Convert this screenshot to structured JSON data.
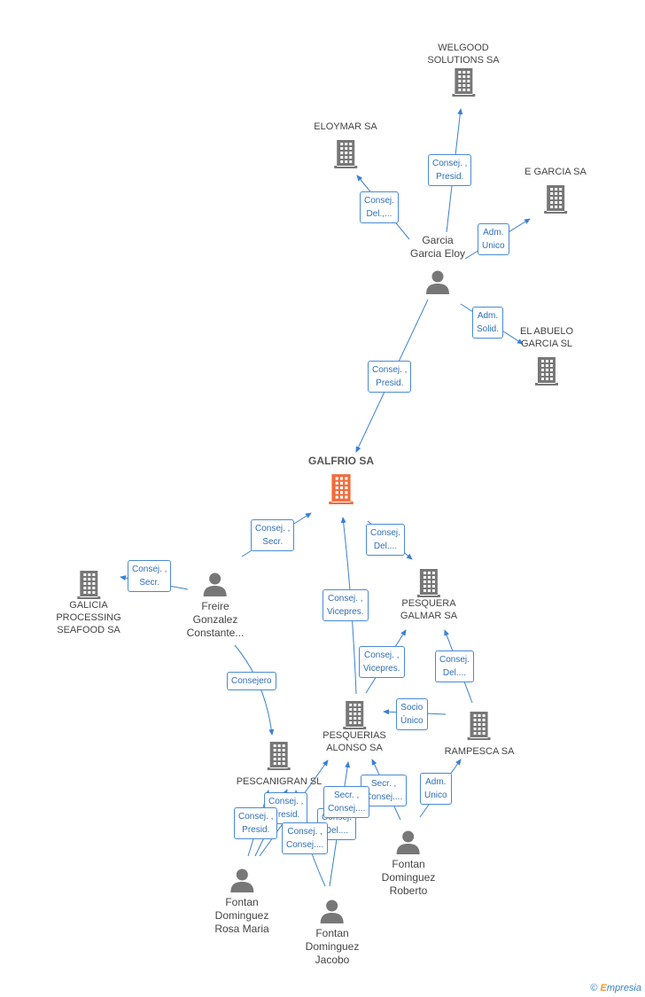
{
  "nodes": {
    "welgood": {
      "lines": [
        "WELGOOD",
        "SOLUTIONS SA"
      ]
    },
    "eloymar": {
      "lines": [
        "ELOYMAR SA"
      ]
    },
    "egarcia": {
      "lines": [
        "E GARCIA SA"
      ]
    },
    "garcia_eloy": {
      "lines": [
        "Garcia",
        "Garcia Eloy"
      ]
    },
    "abuelo": {
      "lines": [
        "EL ABUELO",
        "GARCIA SL"
      ]
    },
    "galfrio": {
      "lines": [
        "GALFRIO SA"
      ]
    },
    "galicia": {
      "lines": [
        "GALICIA",
        "PROCESSING",
        "SEAFOOD SA"
      ]
    },
    "freire": {
      "lines": [
        "Freire",
        "Gonzalez",
        "Constante..."
      ]
    },
    "pesquera_galmar": {
      "lines": [
        "PESQUERA",
        "GALMAR SA"
      ]
    },
    "pesquerias_alonso": {
      "lines": [
        "PESQUERIAS",
        "ALONSO SA"
      ]
    },
    "rampesca": {
      "lines": [
        "RAMPESCA SA"
      ]
    },
    "pescanigran": {
      "lines": [
        "PESCANIGRAN SL"
      ]
    },
    "fontan_roberto": {
      "lines": [
        "Fontan",
        "Dominguez",
        "Roberto"
      ]
    },
    "fontan_rosa": {
      "lines": [
        "Fontan",
        "Dominguez",
        "Rosa Maria"
      ]
    },
    "fontan_jacobo": {
      "lines": [
        "Fontan",
        "Dominguez",
        "Jacobo"
      ]
    }
  },
  "edge_labels": {
    "e1": [
      "Consej. ,",
      "Presid."
    ],
    "e2": [
      "Consej.",
      "Del.,..."
    ],
    "e3": [
      "Adm.",
      "Unico"
    ],
    "e4": [
      "Adm.",
      "Solid."
    ],
    "e5": [
      "Consej. ,",
      "Presid."
    ],
    "e6": [
      "Consej. ,",
      "Secr."
    ],
    "e7": [
      "Consej.",
      "Del...."
    ],
    "e8": [
      "Consej. ,",
      "Secr."
    ],
    "e9": [
      "Consej. ,",
      "Vicepres."
    ],
    "e10": [
      "Consej. ,",
      "Vicepres."
    ],
    "e11": [
      "Consej.",
      "Del...."
    ],
    "e12": [
      "Socio",
      "Único"
    ],
    "e13": [
      "Consejero"
    ],
    "e14": [
      "Adm.",
      "Unico"
    ],
    "e15": [
      "Secr. ,",
      "Consej...."
    ],
    "e16": [
      "Consej. ,",
      "Presid."
    ],
    "e17": [
      "Consej. ,",
      "Presid."
    ],
    "e18": [
      "Secr. ,",
      "Consej...."
    ],
    "e19": [
      "Consej.",
      "Del...."
    ],
    "e20": [
      "Consej. ,",
      "Consej...."
    ]
  },
  "colors": {
    "edge": "#3a7fd5",
    "building": "#777777",
    "main_building": "#f26b3a",
    "person": "#777777"
  },
  "brand": {
    "copyright": "©",
    "e": "E",
    "rest": "mpresia"
  }
}
